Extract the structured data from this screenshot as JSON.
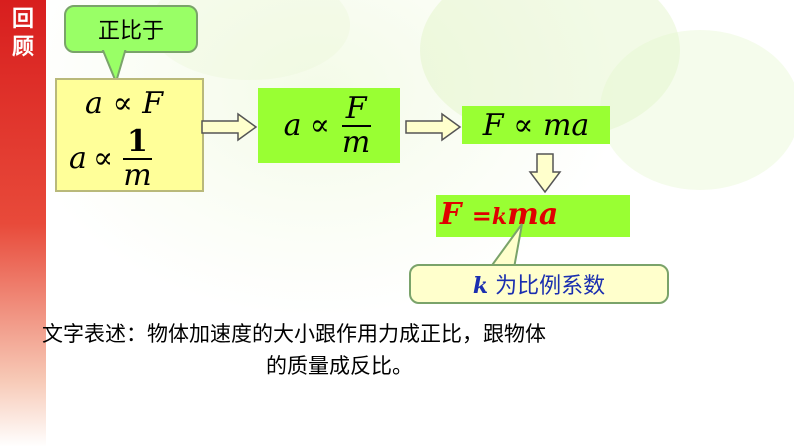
{
  "sidebar": {
    "title": "回顾"
  },
  "callout_top": {
    "text": "正比于"
  },
  "box_left": {
    "line1": {
      "lhs": "a",
      "op": "∝",
      "rhs": "F"
    },
    "line2": {
      "lhs": "a",
      "op": "∝",
      "num": "1",
      "den": "m"
    }
  },
  "box_middle": {
    "lhs": "a",
    "op": "∝",
    "num": "F",
    "den": "m"
  },
  "box_right": {
    "lhs": "F",
    "op": "∝",
    "rhs": "ma"
  },
  "box_result": {
    "lhs": "F",
    "op": "=",
    "k": "k",
    "rhs": "ma"
  },
  "callout_bottom": {
    "k": "k",
    "text": " 为比例系数"
  },
  "description": {
    "line1": "文字表述：物体加速度的大小跟作用力成正比，跟物体",
    "line2": "的质量成反比。"
  },
  "colors": {
    "green": "#99ff33",
    "yellow": "#ffff99",
    "result_red": "#e00000",
    "sidebar_red": "#d81e1e"
  }
}
